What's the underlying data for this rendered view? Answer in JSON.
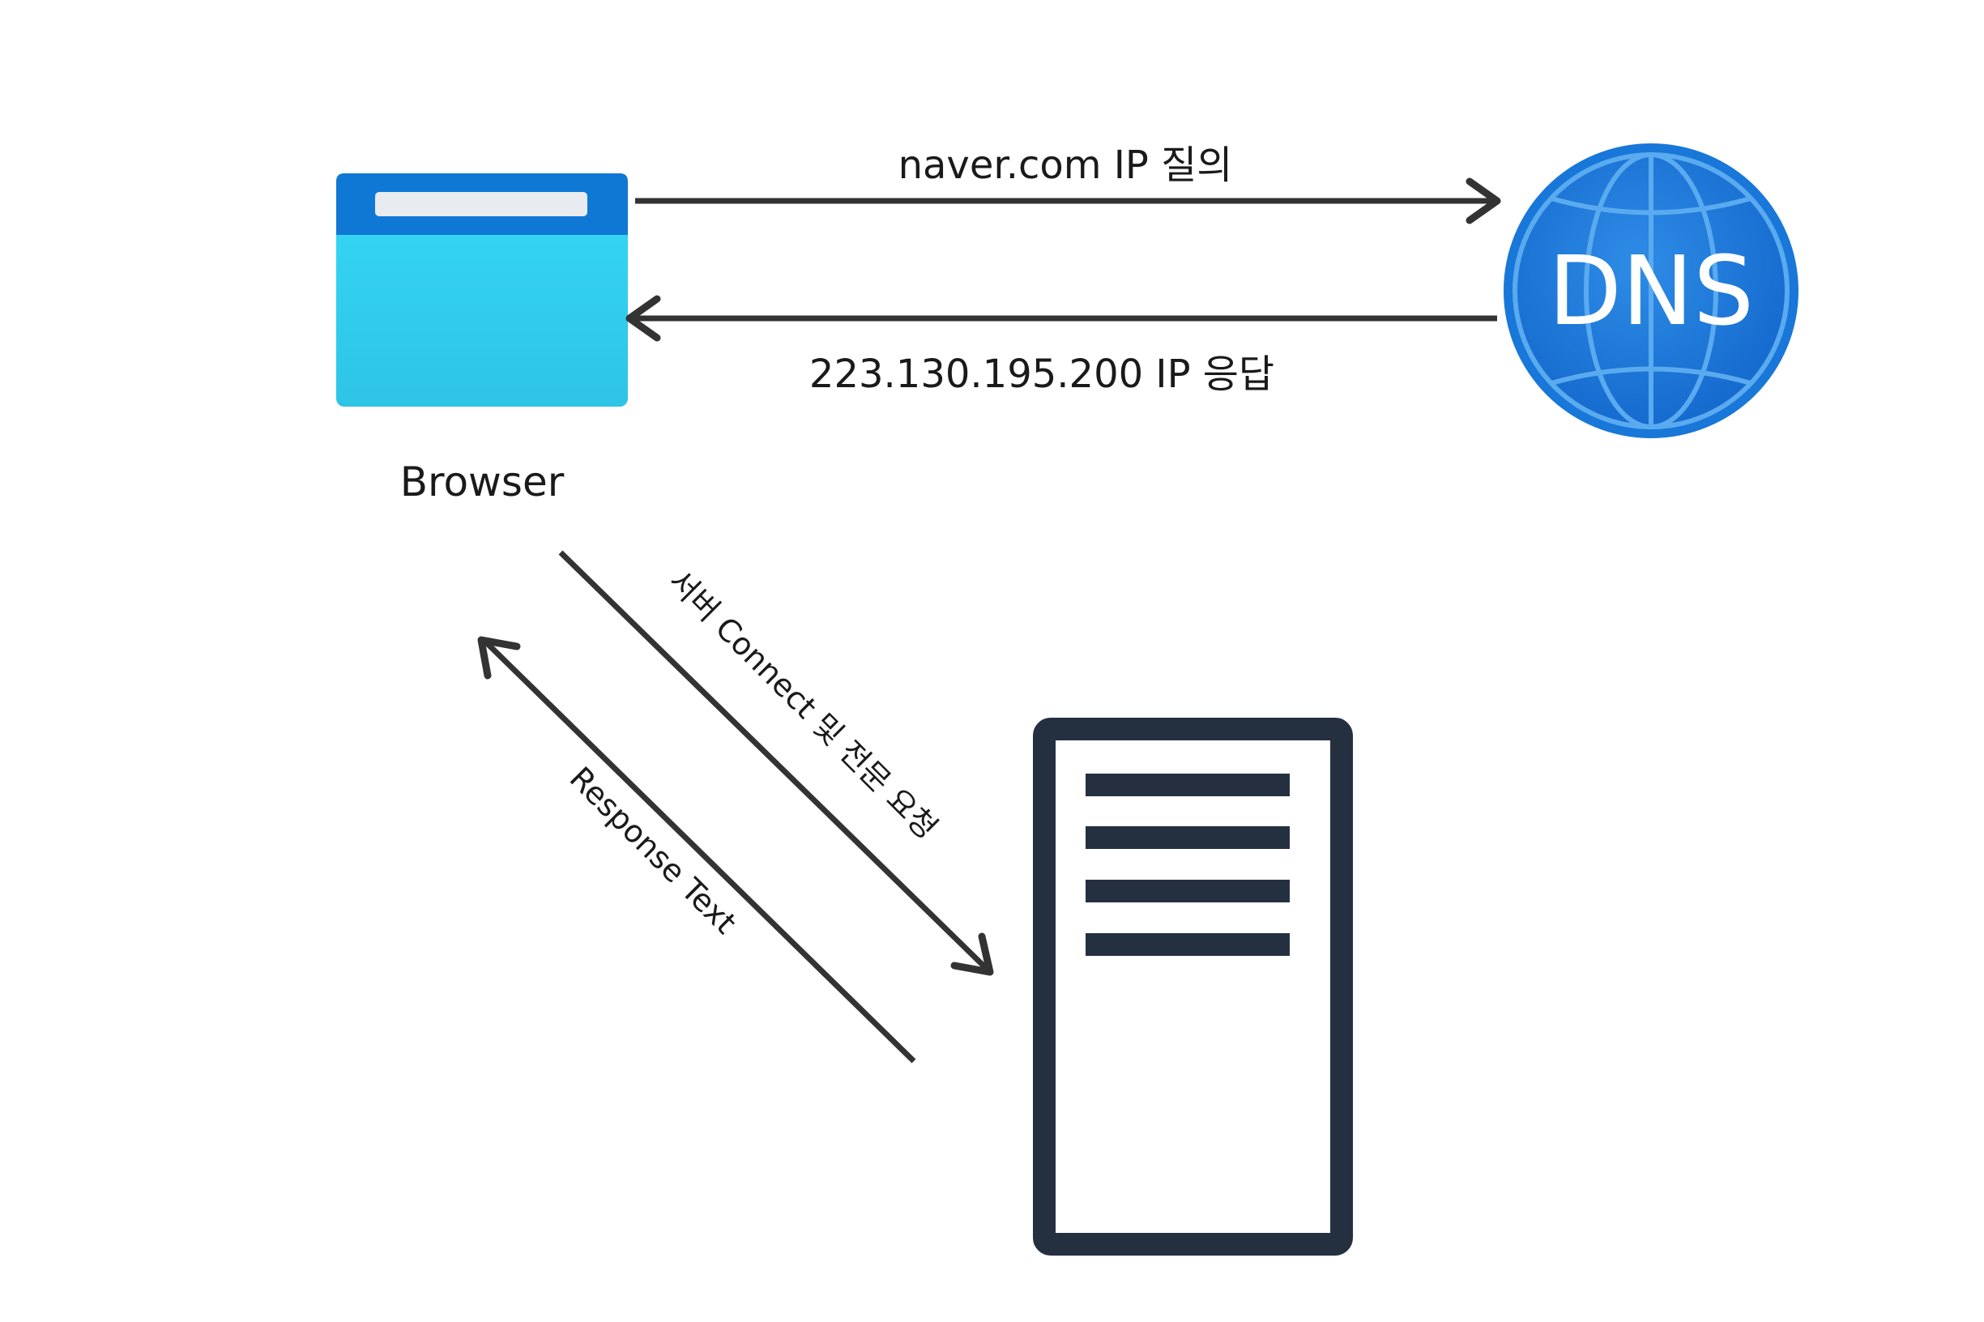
{
  "nodes": {
    "browser": {
      "label": "Browser",
      "icon": "browser-window-icon"
    },
    "dns": {
      "label": "DNS",
      "icon": "dns-globe-icon"
    },
    "server": {
      "icon": "server-tower-icon"
    }
  },
  "edges": {
    "dns_query": {
      "label": "naver.com IP 질의"
    },
    "dns_response": {
      "label": "223.130.195.200 IP 응답"
    },
    "server_request": {
      "label": "서버 Connect 및 전문 요청"
    },
    "server_response": {
      "label": "Response Text"
    }
  },
  "colors": {
    "browser_titlebar": "#0f78d4",
    "browser_body": "#32d4f2",
    "dns_globe": "#1677d8",
    "dns_ring": "#4aa3ee",
    "server": "#243040",
    "arrow": "#333333",
    "text": "#1a1a1a"
  }
}
